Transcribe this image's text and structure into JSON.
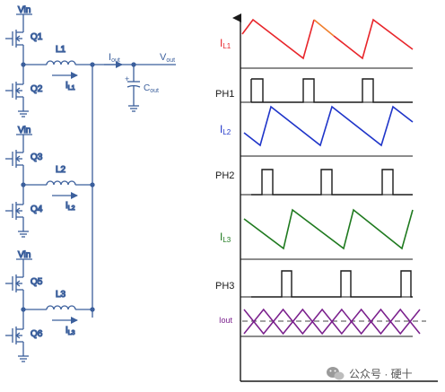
{
  "schematic": {
    "phases": [
      {
        "vin": "Vin",
        "high_fet": "Q1",
        "low_fet": "Q2",
        "inductor": "L1",
        "current_label": "I",
        "current_sub": "L1"
      },
      {
        "vin": "Vin",
        "high_fet": "Q3",
        "low_fet": "Q4",
        "inductor": "L2",
        "current_label": "I",
        "current_sub": "L2"
      },
      {
        "vin": "Vin",
        "high_fet": "Q5",
        "low_fet": "Q6",
        "inductor": "L3",
        "current_label": "I",
        "current_sub": "L3"
      }
    ],
    "output": {
      "iout_main": "I",
      "iout_sub": "out",
      "vout_main": "V",
      "vout_sub": "out",
      "cap_main": "C",
      "cap_sub": "out",
      "cap_plus": "+"
    }
  },
  "waveforms": {
    "rows": [
      {
        "kind": "sawtooth",
        "label_main": "I",
        "label_sub": "L1",
        "color": "#e8262b",
        "accent_color": "#f07f2e"
      },
      {
        "kind": "pulse",
        "label": "PH1",
        "color": "#1a1a1a"
      },
      {
        "kind": "sawtooth",
        "label_main": "I",
        "label_sub": "L2",
        "color": "#1f35c9"
      },
      {
        "kind": "pulse",
        "label": "PH2",
        "color": "#1a1a1a"
      },
      {
        "kind": "sawtooth",
        "label_main": "I",
        "label_sub": "L3",
        "color": "#1f7a1f"
      },
      {
        "kind": "pulse",
        "label": "PH3",
        "color": "#1a1a1a"
      },
      {
        "kind": "triangle",
        "label": "Iout",
        "color": "#7a1f8c"
      }
    ],
    "axis_color": "#1a1a1a"
  },
  "watermark": {
    "text": "公众号 · 硬十",
    "icon": "wechat-icon"
  },
  "colors": {
    "schematic": "#3b5f9c",
    "background": "#ffffff"
  }
}
